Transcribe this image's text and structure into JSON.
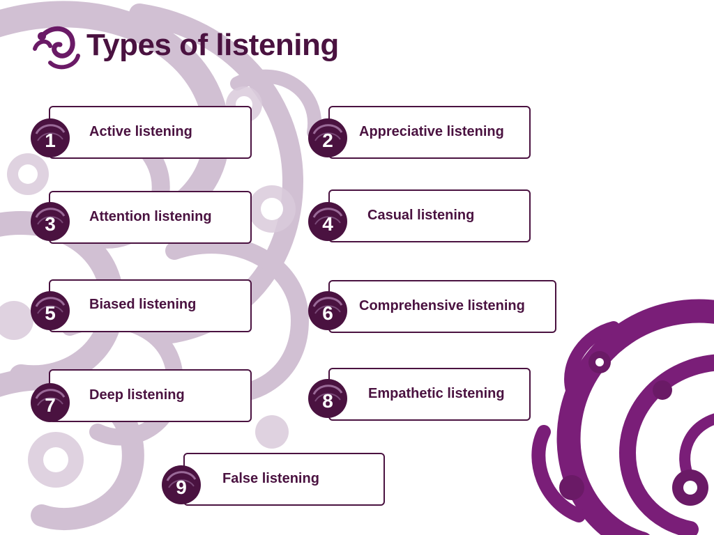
{
  "slide": {
    "title": "Types of listening",
    "colors": {
      "primary": "#4a1240",
      "accent": "#7a1e78",
      "light_swirl": "#c7b2c9"
    },
    "logo_icon": "cloud-swirl-icon",
    "items": [
      {
        "number": "1",
        "label": "Active listening"
      },
      {
        "number": "2",
        "label": "Appreciative listening"
      },
      {
        "number": "3",
        "label": "Attention listening"
      },
      {
        "number": "4",
        "label": "Casual listening"
      },
      {
        "number": "5",
        "label": "Biased listening"
      },
      {
        "number": "6",
        "label": "Comprehensive listening"
      },
      {
        "number": "7",
        "label": "Deep listening"
      },
      {
        "number": "8",
        "label": "Empathetic listening"
      },
      {
        "number": "9",
        "label": "False listening"
      }
    ]
  }
}
